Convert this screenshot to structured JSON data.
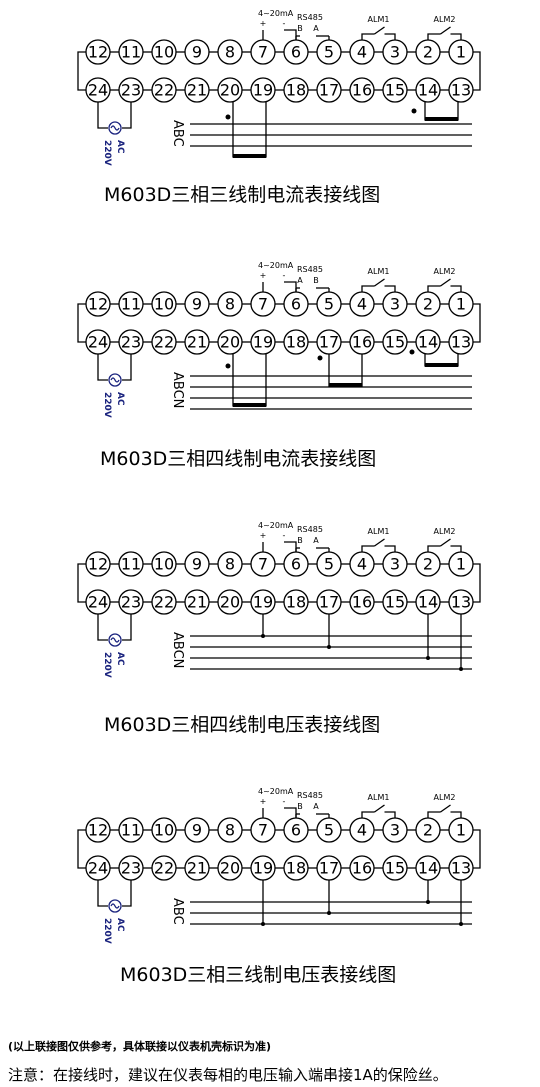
{
  "diagrams": [
    {
      "caption": "M603D三相三线制电流表接线图",
      "phases": "ABC",
      "rs485_ports": [
        "B",
        "A"
      ],
      "wiring": "current-3",
      "dots": true
    },
    {
      "caption": "M603D三相四线制电流表接线图",
      "phases": "ABCN",
      "rs485_ports": [
        "A",
        "B"
      ],
      "wiring": "current-4",
      "dots": true
    },
    {
      "caption": "M603D三相四线制电压表接线图",
      "phases": "ABCN",
      "rs485_ports": [
        "B",
        "A"
      ],
      "wiring": "voltage-4",
      "dots": false
    },
    {
      "caption": "M603D三相三线制电压表接线图",
      "phases": "ABC",
      "rs485_ports": [
        "B",
        "A"
      ],
      "wiring": "voltage-3",
      "dots": false
    }
  ],
  "labels": {
    "analog_out": "4~20mA",
    "analog_plus": "+",
    "analog_minus": "-",
    "rs485": "RS485",
    "alarm1": "ALM1",
    "alarm2": "ALM2",
    "ac": "AC",
    "ac_voltage": "220V"
  },
  "terminals_top": [
    "12",
    "11",
    "10",
    "9",
    "8",
    "7",
    "6",
    "5",
    "4",
    "3",
    "2",
    "1"
  ],
  "terminals_bottom": [
    "24",
    "23",
    "22",
    "21",
    "20",
    "19",
    "18",
    "17",
    "16",
    "15",
    "14",
    "13"
  ],
  "footer": {
    "note_reference": "(以上联接图仅供参考，具体联接以仪表机壳标识为准)",
    "note_fuse": "注意：在接线时，建议在仪表每相的电压输入端串接1A的保险丝。"
  }
}
